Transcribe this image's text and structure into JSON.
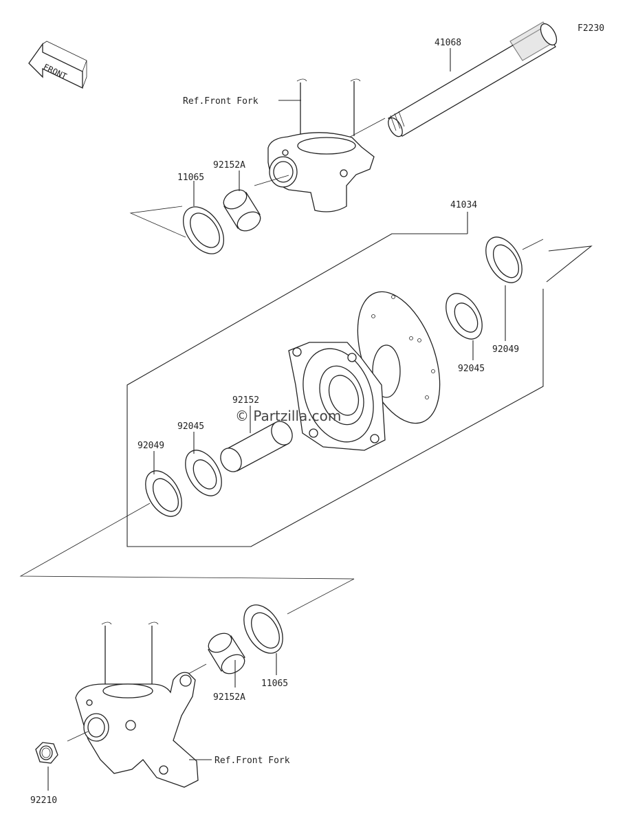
{
  "diagram_id": "F2230",
  "front_label": "FRONT",
  "watermark": "© Partzilla.com",
  "labels": {
    "p41068": "41068",
    "ref_front_fork_top": "Ref.Front Fork",
    "p92152A_top": "92152A",
    "p11065_top": "11065",
    "p41034": "41034",
    "p92049_right": "92049",
    "p92045_right": "92045",
    "p92152": "92152",
    "p92045_left": "92045",
    "p92049_left": "92049",
    "p92152A_bottom": "92152A",
    "p11065_bottom": "11065",
    "ref_front_fork_bottom": "Ref.Front Fork",
    "p92210": "92210"
  }
}
